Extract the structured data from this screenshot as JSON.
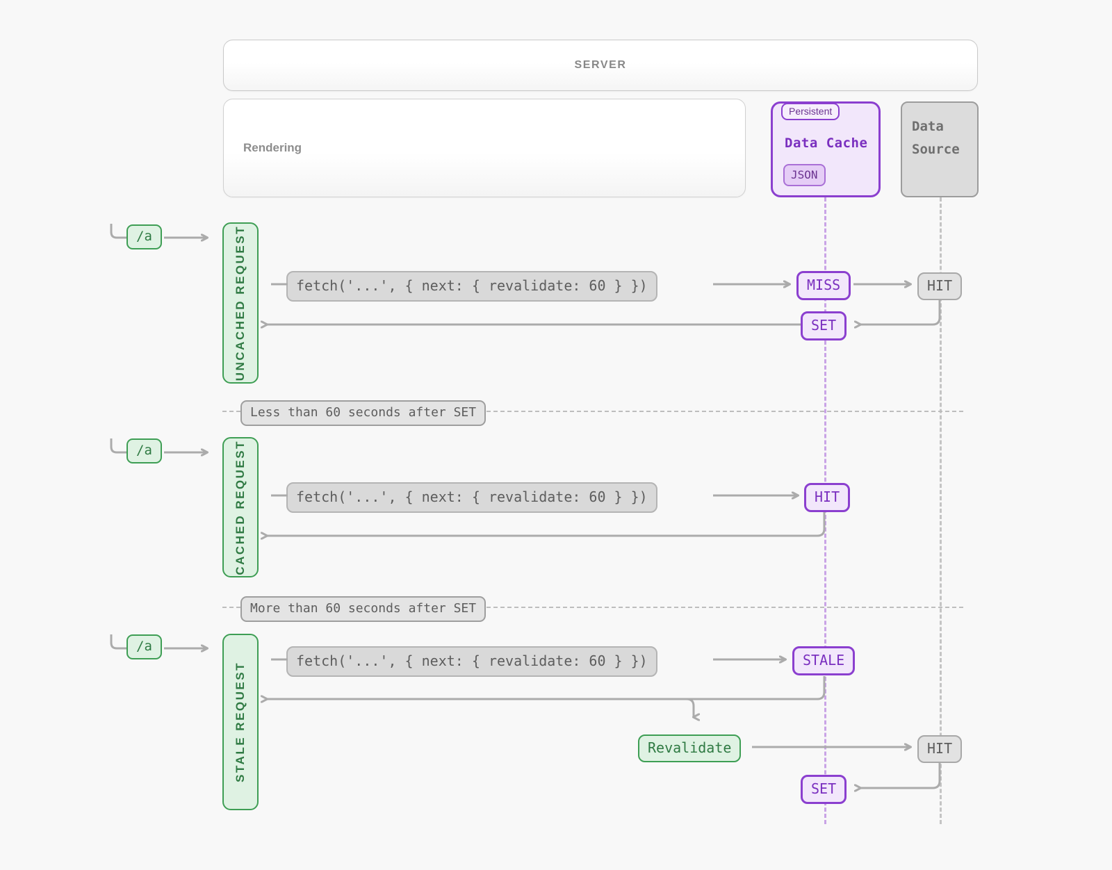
{
  "header": {
    "server_label": "SERVER"
  },
  "panels": {
    "rendering": {
      "label": "Rendering"
    },
    "data_cache": {
      "tag": "Persistent",
      "title": "Data Cache",
      "chip": "JSON"
    },
    "data_source": {
      "line1": "Data",
      "line2": "Source"
    }
  },
  "code": {
    "fetch": "fetch('...', { next: { revalidate: 60 } })"
  },
  "route": {
    "path": "/a"
  },
  "sections": [
    {
      "bar_label": "UNCACHED REQUEST",
      "cache_badge": "MISS",
      "source_badge": "HIT",
      "set_badge": "SET"
    },
    {
      "bar_label": "CACHED REQUEST",
      "cache_badge": "HIT"
    },
    {
      "bar_label": "STALE REQUEST",
      "cache_badge": "STALE",
      "revalidate_badge": "Revalidate",
      "source_badge": "HIT",
      "set_badge": "SET"
    }
  ],
  "dividers": [
    {
      "label": "Less than 60 seconds after SET"
    },
    {
      "label": "More than 60 seconds after SET"
    }
  ],
  "colors": {
    "background": "#f8f8f8",
    "purple_accent": "#8b3fcf",
    "purple_fill": "#f2e7fb",
    "green_accent": "#3e9e54",
    "green_fill": "#dff2e3",
    "gray_accent": "#a8a8a8",
    "gray_fill": "#e2e2e2",
    "wire": "#ababab"
  }
}
